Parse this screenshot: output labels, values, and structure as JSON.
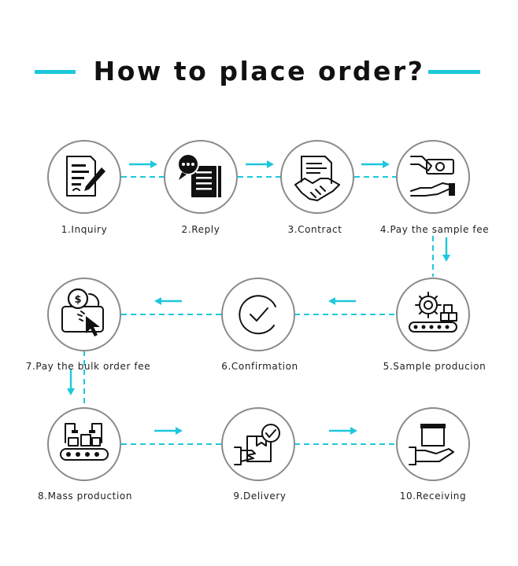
{
  "title": "How to place order?",
  "colors": {
    "accent": "#1ec8dc",
    "circle_stroke": "#8a8a8a",
    "text": "#111111"
  },
  "steps": [
    {
      "label": "1.Inquiry",
      "icon": "document-pen-icon"
    },
    {
      "label": "2.Reply",
      "icon": "chat-document-icon"
    },
    {
      "label": "3.Contract",
      "icon": "contract-handshake-icon"
    },
    {
      "label": "4.Pay the sample fee",
      "icon": "cash-hand-icon"
    },
    {
      "label": "5.Sample producion",
      "icon": "gear-conveyor-icon"
    },
    {
      "label": "6.Confirmation",
      "icon": "check-circle-icon"
    },
    {
      "label": "7.Pay the bulk order fee",
      "icon": "coin-card-click-icon"
    },
    {
      "label": "8.Mass production",
      "icon": "factory-line-icon"
    },
    {
      "label": "9.Delivery",
      "icon": "package-delivery-icon"
    },
    {
      "label": "10.Receiving",
      "icon": "box-hand-icon"
    }
  ]
}
